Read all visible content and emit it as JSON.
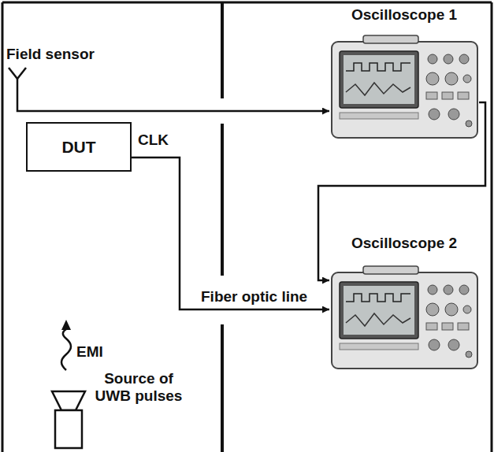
{
  "diagram": {
    "nodes": [
      {
        "text": [
          "Field sensor"
        ]
      },
      {
        "text": [
          "DUT"
        ]
      },
      {
        "text": [
          "Oscilloscope 1"
        ]
      },
      {
        "text": [
          "Oscilloscope 2"
        ]
      },
      {
        "text": [
          "Source of UWB pulses"
        ]
      }
    ],
    "edges": [
      {
        "from": 0,
        "to": 2,
        "arrow": "to"
      },
      {
        "from": 1,
        "to": 3,
        "label": "Fiber optic line",
        "arrow": "to"
      },
      {
        "from": 2,
        "to": 3,
        "arrow": "to"
      }
    ],
    "labels": [
      "CLK",
      "EMI"
    ]
  }
}
